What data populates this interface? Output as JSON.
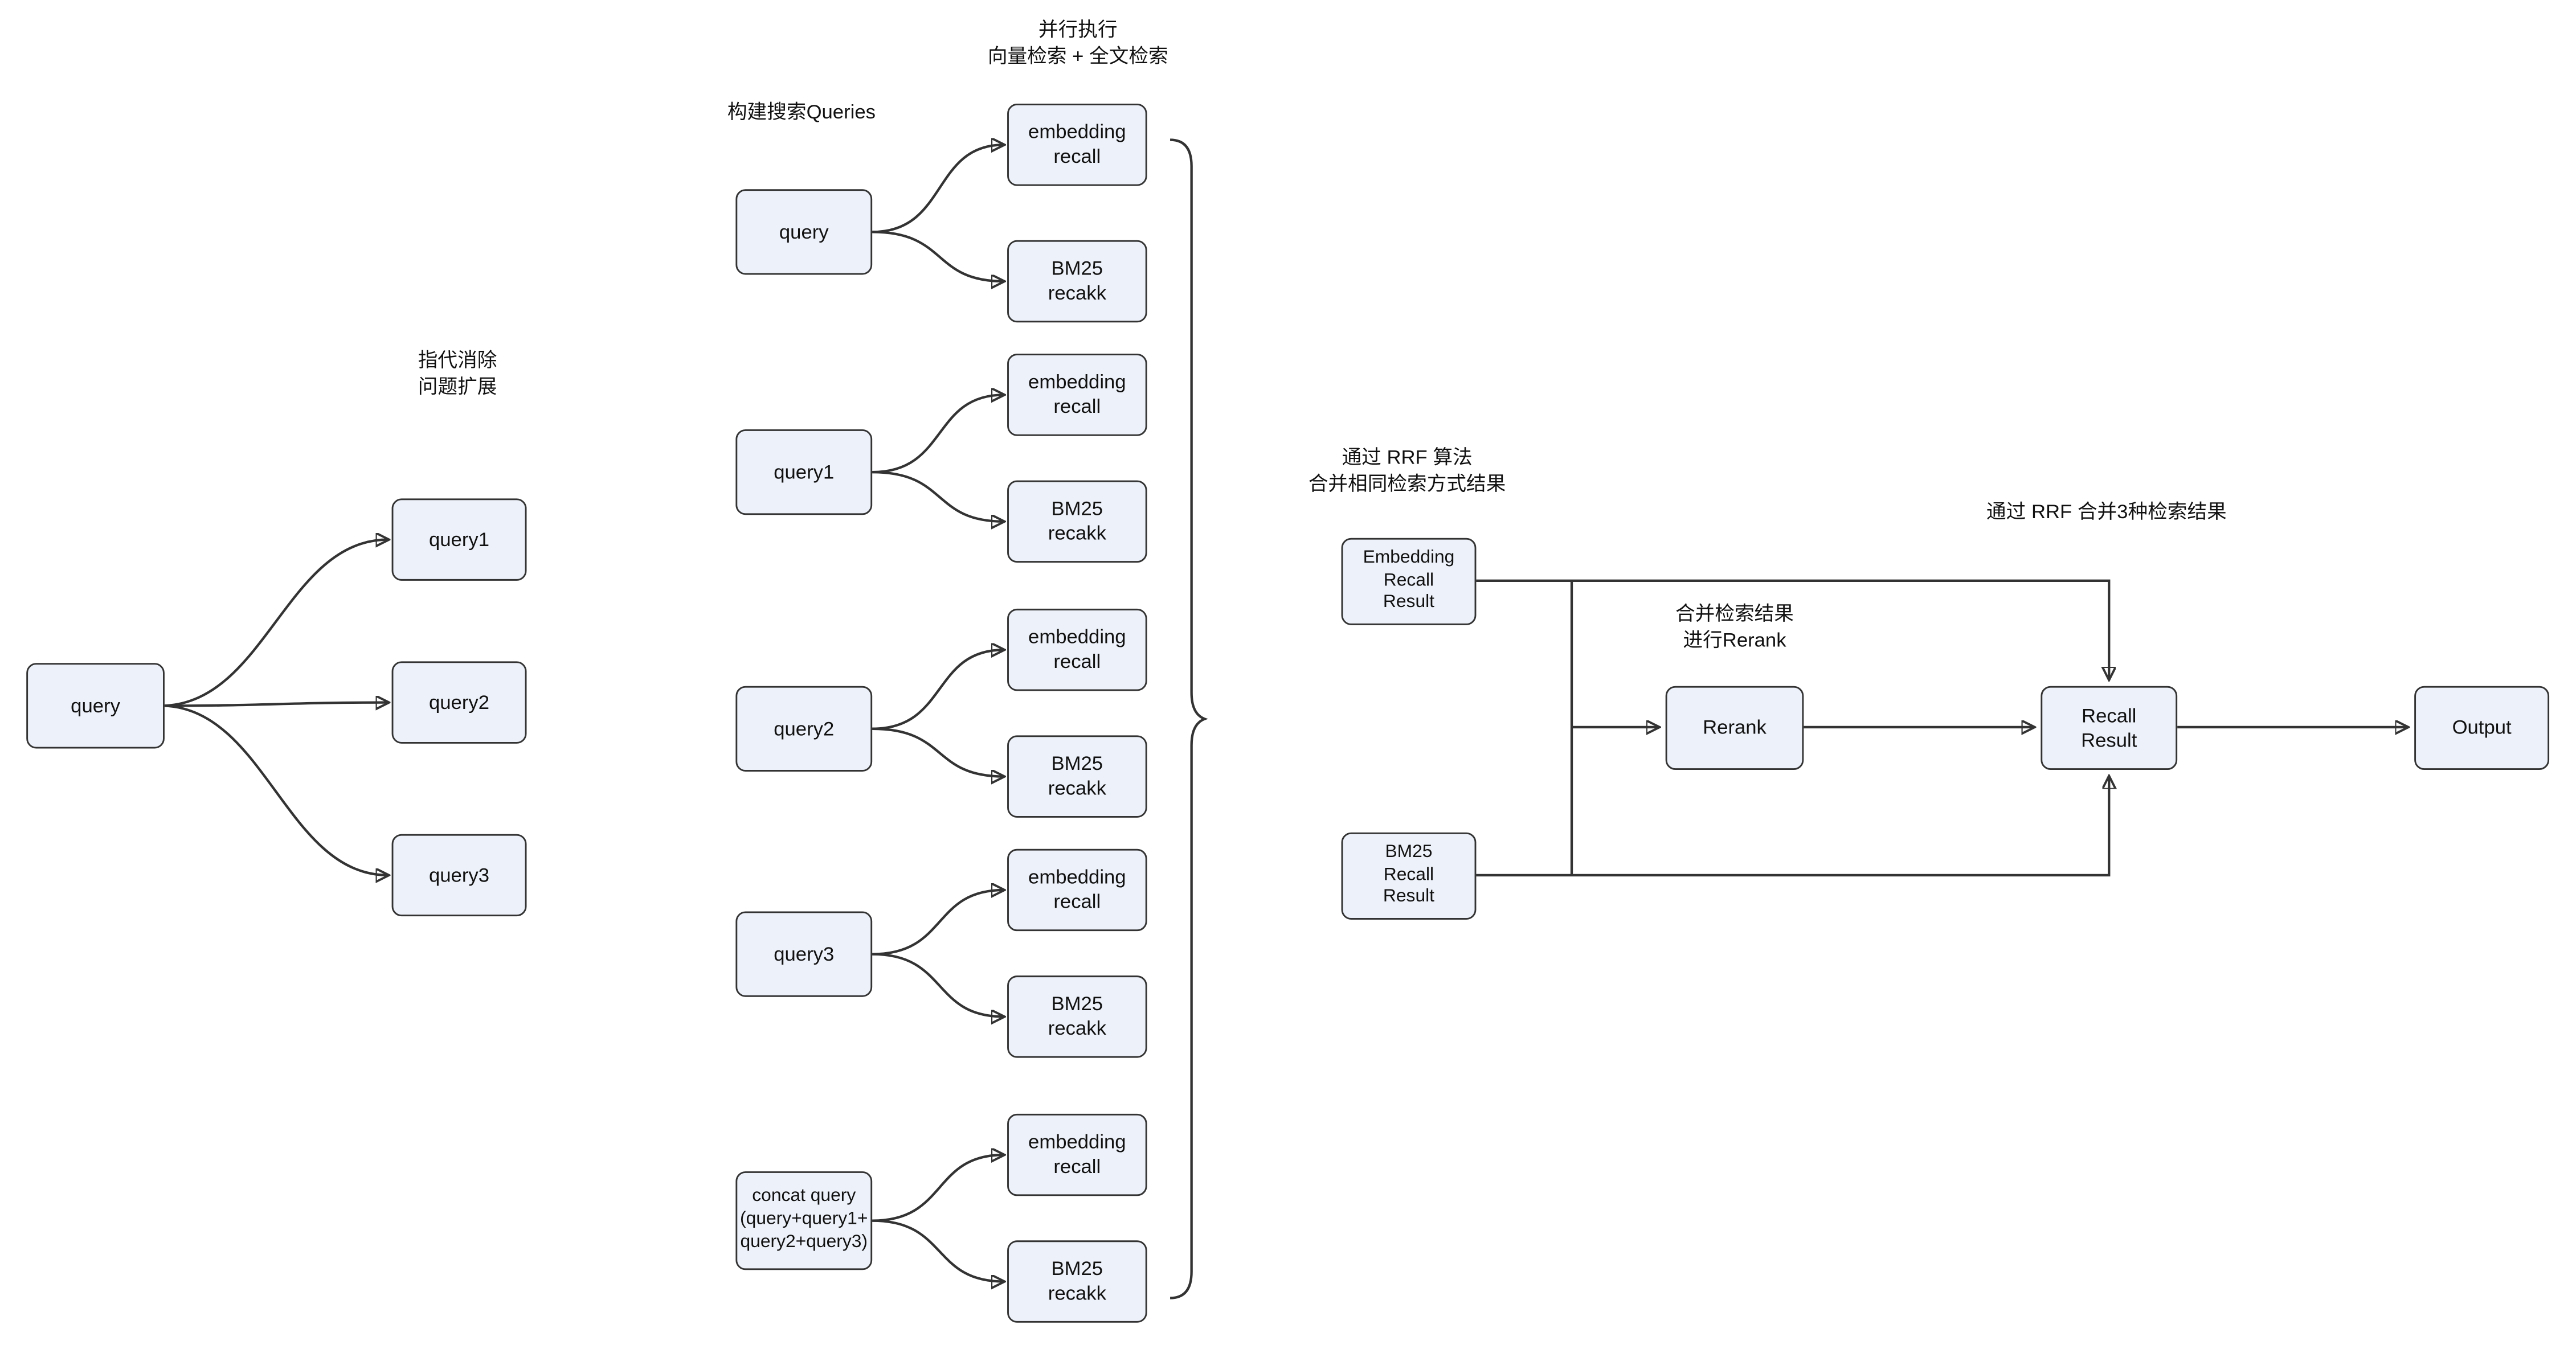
{
  "labels": {
    "left_note": "指代消除\n问题扩展",
    "build_queries": "构建搜索Queries",
    "parallel_note": "并行执行\n向量检索 + 全文检索",
    "rrf_note": "通过 RRF 算法\n合并相同检索方式结果",
    "rerank_note": "合并检索结果\n进行Rerank",
    "rrf_merge_note": "通过 RRF 合并3种检索结果"
  },
  "nodes": {
    "left": [
      "query",
      "query1",
      "query2",
      "query3"
    ],
    "mid": [
      "query",
      "query1",
      "query2",
      "query3",
      "concat query\n(query+query1+\nquery2+query3)"
    ],
    "recall": [
      "embedding\nrecall",
      "BM25\nrecakk",
      "embedding\nrecall",
      "BM25\nrecakk",
      "embedding\nrecall",
      "BM25\nrecakk",
      "embedding\nrecall",
      "BM25\nrecakk",
      "embedding\nrecall",
      "BM25\nrecakk"
    ],
    "right": [
      "Embedding\nRecall\nResult",
      "BM25\nRecall\nResult",
      "Rerank",
      "Recall\nResult",
      "Output"
    ]
  },
  "colors": {
    "node_fill": "#edf1f9",
    "node_border": "#333333",
    "line": "#333333",
    "text": "#111111",
    "background": "#ffffff"
  }
}
